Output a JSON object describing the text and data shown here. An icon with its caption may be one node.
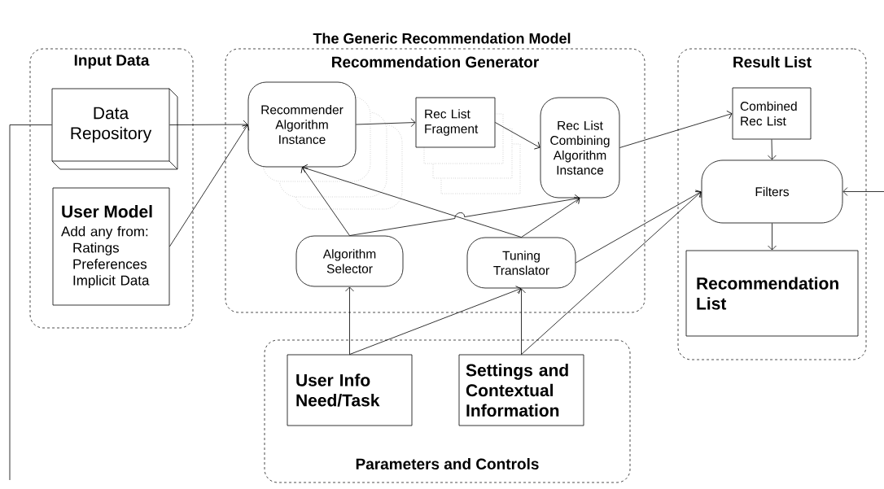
{
  "diagram": {
    "title": "The Generic Recommendation Model",
    "nodes": [
      {
        "text": [
          "Input Data"
        ]
      },
      {
        "text": [
          "Data Repository"
        ],
        "in": 0
      },
      {
        "text": [
          "User Model",
          "Add any from:",
          "Ratings",
          "Preferences",
          "Implicit Data"
        ],
        "in": 0
      },
      {
        "text": [
          "Recommendation Generator"
        ]
      },
      {
        "text": [
          "Recommender Algorithm Instance"
        ],
        "in": 3
      },
      {
        "text": [
          "Rec List Fragment"
        ],
        "in": 3
      },
      {
        "text": [
          "Rec List Combining Algorithm Instance"
        ],
        "in": 3
      },
      {
        "text": [
          "Algorithm Selector"
        ],
        "in": 3
      },
      {
        "text": [
          "Tuning Translator"
        ],
        "in": 3
      },
      {
        "text": [
          "Parameters and Controls"
        ]
      },
      {
        "text": [
          "User Info Need/Task"
        ],
        "in": 9
      },
      {
        "text": [
          "Settings and Contextual Information"
        ],
        "in": 9
      },
      {
        "text": [
          "Result List"
        ]
      },
      {
        "text": [
          "Combined Rec List"
        ],
        "in": 12
      },
      {
        "text": [
          "Filters"
        ],
        "in": 12
      },
      {
        "text": [
          "Recommendation List"
        ],
        "in": 12
      }
    ],
    "edges": [
      {
        "from": 1,
        "to": 4,
        "arrow": "to"
      },
      {
        "from": 2,
        "to": 4,
        "arrow": "to"
      },
      {
        "from": 4,
        "to": 5,
        "arrow": "to"
      },
      {
        "from": 5,
        "to": 6,
        "arrow": "to"
      },
      {
        "from": 6,
        "to": 13,
        "arrow": "to"
      },
      {
        "from": 13,
        "to": 14,
        "arrow": "to"
      },
      {
        "from": 14,
        "to": 15,
        "arrow": "to"
      },
      {
        "from": 7,
        "to": 4,
        "arrow": "to"
      },
      {
        "from": 7,
        "to": 6,
        "arrow": "to"
      },
      {
        "from": 8,
        "to": 4,
        "arrow": "to"
      },
      {
        "from": 8,
        "to": 6,
        "arrow": "to"
      },
      {
        "from": 8,
        "to": 14,
        "arrow": "to"
      },
      {
        "from": 10,
        "to": 7,
        "arrow": "to"
      },
      {
        "from": 10,
        "to": 8,
        "arrow": "to"
      },
      {
        "from": 11,
        "to": 8,
        "arrow": "to"
      },
      {
        "from": 11,
        "to": 14,
        "arrow": "to"
      },
      {
        "from": null,
        "to": 14,
        "arrow": "to"
      },
      {
        "from": 1,
        "to": null,
        "arrow": "none"
      }
    ]
  }
}
